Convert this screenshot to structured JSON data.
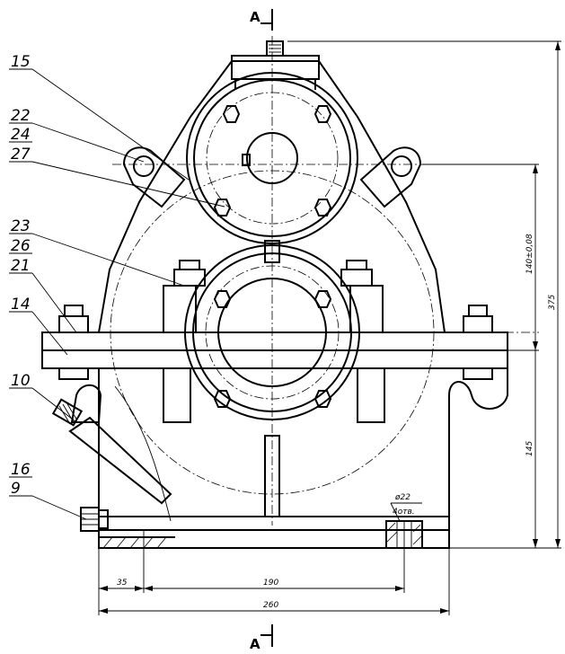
{
  "section": {
    "top_label": "A",
    "bottom_label": "A"
  },
  "callouts": [
    "15",
    "22",
    "24",
    "27",
    "23",
    "26",
    "21",
    "14",
    "10",
    "16",
    "9"
  ],
  "dimensions": {
    "d_375": "375",
    "d_140": "140±0,08",
    "d_145": "145",
    "d_35": "35",
    "d_190": "190",
    "d_260": "260",
    "hole_dia": "ø22",
    "hole_count": "4отв."
  }
}
